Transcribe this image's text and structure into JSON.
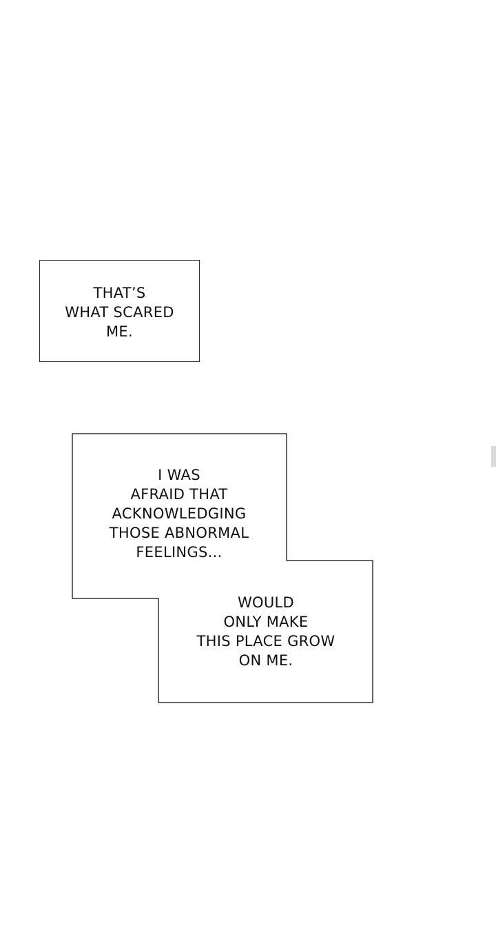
{
  "panel": {
    "caption_1": "THAT’S\nWHAT SCARED\nME.",
    "caption_2": "I WAS\nAFRAID THAT\nACKNOWLEDGING\nTHOSE ABNORMAL\nFEELINGS...",
    "caption_3": "WOULD\nONLY MAKE\nTHIS PLACE GROW\nON ME."
  },
  "colors": {
    "background": "#ffffff",
    "border": "#333333",
    "text": "#111111",
    "scroll_tick": "#d9d9d9"
  }
}
